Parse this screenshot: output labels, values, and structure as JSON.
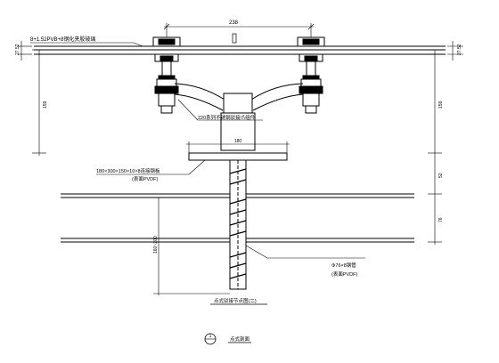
{
  "drawing": {
    "labels": {
      "glass_spec": "8+1.52PVB+8钢化夹胶玻璃",
      "arm_spec": "220系列不锈钢驳接爪组件",
      "plate_spec": "180×300×150×10×8连接钢板",
      "plate_finish": "(表面PVDF)",
      "tube_spec": "Φ76×8钢管",
      "tube_finish": "(表面PVDF)",
      "caption": "点式驳接节点图(二)",
      "section_number": "1",
      "section_title": "点式剖面"
    },
    "dimensions": {
      "top_span": "238",
      "plate_width": "180",
      "left_glass": "27.52",
      "right_glass": "27.52",
      "right_upper": "159",
      "left_upper": "159",
      "right_mid": "52",
      "right_lower": "76",
      "left_lower": "160~200"
    }
  }
}
